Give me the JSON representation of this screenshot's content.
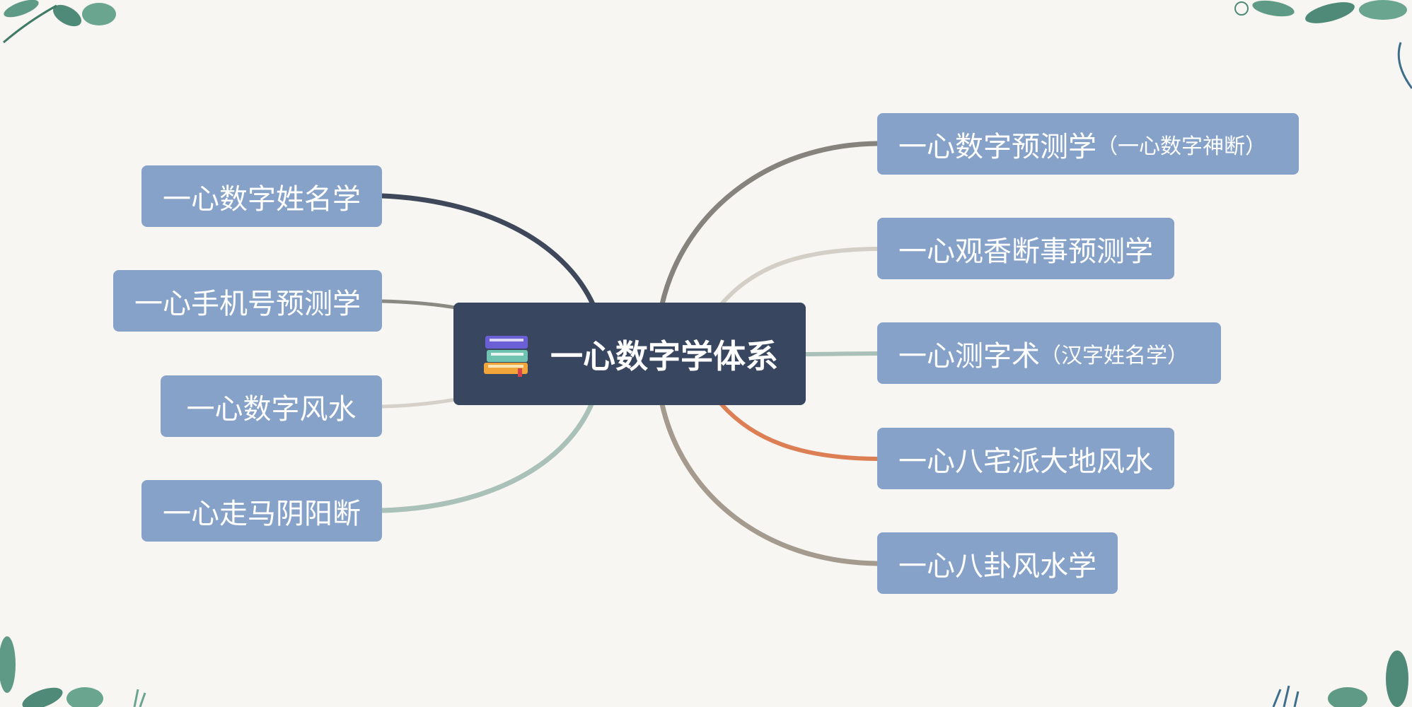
{
  "root": {
    "label": "一心数字学体系",
    "icon": "books-icon"
  },
  "left_branches": [
    {
      "label": "一心数字姓名学",
      "color": "#3e485a"
    },
    {
      "label": "一心手机号预测学",
      "color": "#8b8a82"
    },
    {
      "label": "一心数字风水",
      "color": "#d5d1c8"
    },
    {
      "label": "一心走马阴阳断",
      "color": "#a9c1b8"
    }
  ],
  "right_branches": [
    {
      "label": "一心数字预测学",
      "sub": "（一心数字神断）",
      "color": "#85837c"
    },
    {
      "label": "一心观香断事预测学",
      "sub": "",
      "color": "#d3cfc6"
    },
    {
      "label": "一心测字术",
      "sub": "（汉字姓名学）",
      "color": "#a9c1b8"
    },
    {
      "label": "一心八宅派大地风水",
      "sub": "",
      "color": "#dc7f54"
    },
    {
      "label": "一心八卦风水学",
      "sub": "",
      "color": "#a49b8e"
    }
  ],
  "colors": {
    "background": "#f8f6f3",
    "node": "#86a2c9",
    "root": "#394660",
    "leaf_decoration": "#5f9a86"
  }
}
